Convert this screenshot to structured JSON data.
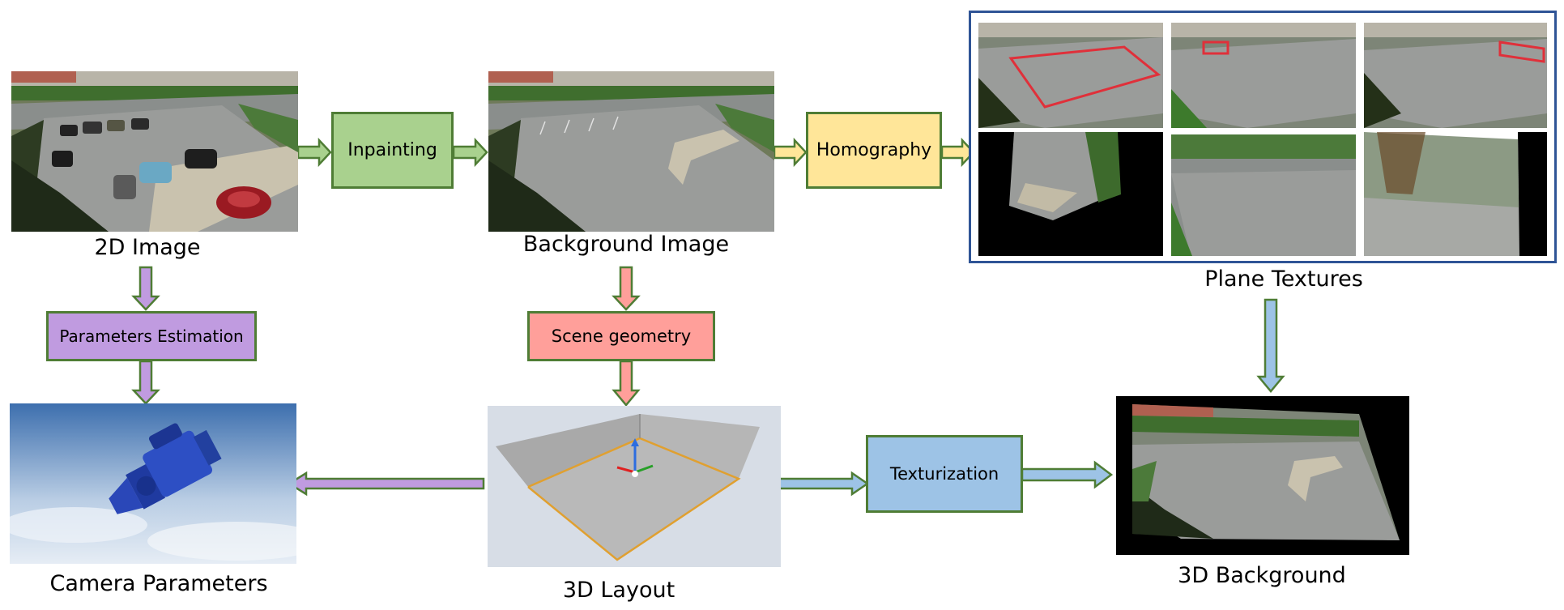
{
  "labels": {
    "image_2d": "2D Image",
    "background_image": "Background Image",
    "plane_textures": "Plane Textures",
    "camera_parameters": "Camera Parameters",
    "layout_3d": "3D Layout",
    "background_3d": "3D Background"
  },
  "steps": {
    "inpainting": "Inpainting",
    "homography": "Homography",
    "parameters_estimation": "Parameters Estimation",
    "scene_geometry": "Scene geometry",
    "texturization": "Texturization"
  },
  "colors": {
    "green": "#a9d18e",
    "yellow": "#ffe699",
    "purple": "#c09be0",
    "red": "#ff9f9a",
    "blue": "#9dc3e6",
    "border": "#4f7d35",
    "frame": "#2f5496"
  }
}
